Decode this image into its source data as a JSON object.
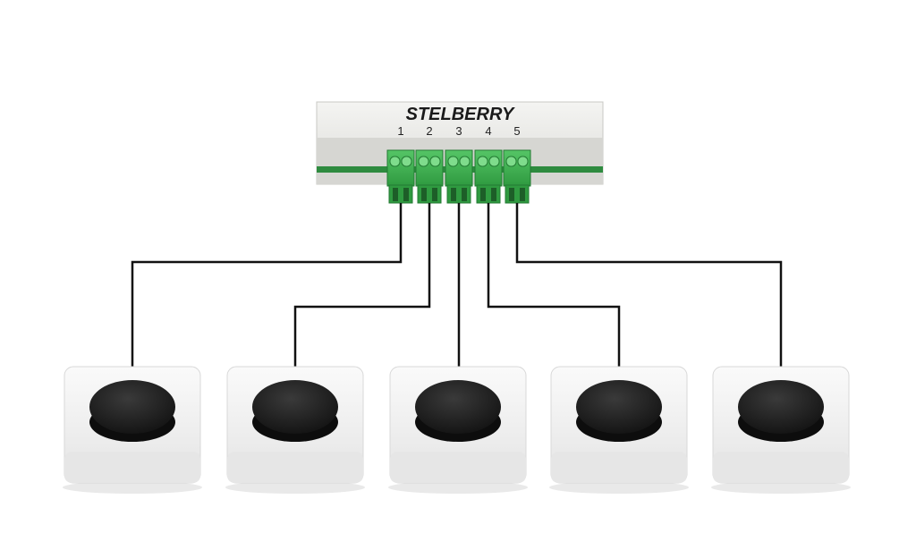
{
  "device": {
    "brand": "STELBERRY",
    "terminal_labels": [
      "1",
      "2",
      "3",
      "4",
      "5"
    ]
  },
  "buttons": {
    "count": 5,
    "cap_color": "#1b1b1b",
    "base_color": "#f2f2f2"
  },
  "colors": {
    "terminal_green": "#3fb34f",
    "wire": "#111111",
    "stripe_green": "#2e8b3f"
  }
}
